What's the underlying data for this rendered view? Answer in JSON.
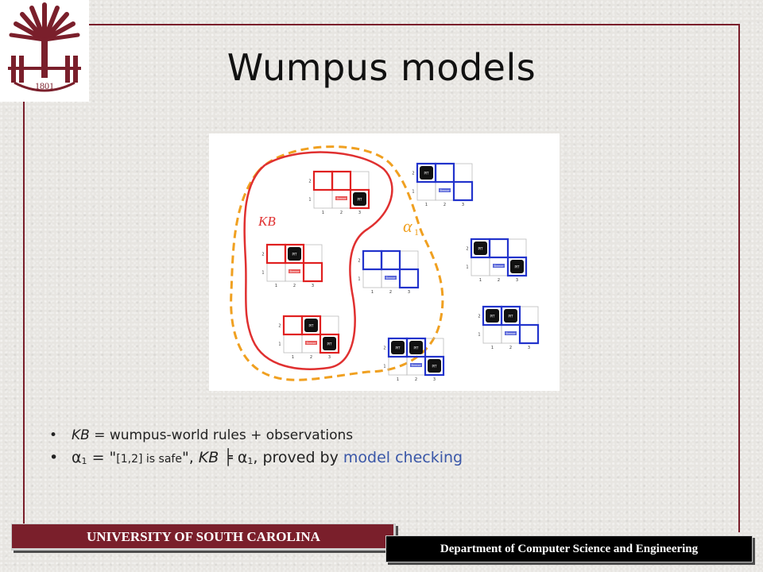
{
  "slide": {
    "title": "Wumpus models"
  },
  "diagram": {
    "kb_label": "KB",
    "alpha_label": "α",
    "alpha_sub": "1",
    "pit_label": "PIT",
    "breeze_label": "Breeze",
    "row_labels": [
      "1",
      "2"
    ],
    "col_labels": [
      "1",
      "2",
      "3"
    ],
    "colors": {
      "kb_region": "#e03030",
      "alpha_region": "#f0a020",
      "kb_models": "#e02020",
      "other_models": "#2233cc"
    }
  },
  "bullets": {
    "b1": {
      "kb": "KB",
      "text": " = wumpus-world rules + observations"
    },
    "b2": {
      "alpha": "α",
      "sub": "1",
      "eq": " = \"",
      "quoted": "[1,2] is safe",
      "close": "\", ",
      "kb": "KB",
      "entails": " ╞ ",
      "alpha2": "α",
      "sub2": "1",
      "proved": ", proved by ",
      "link": "model checking"
    }
  },
  "footer": {
    "university": "UNIVERSITY OF SOUTH CAROLINA",
    "department": "Department of Computer Science and Engineering"
  }
}
